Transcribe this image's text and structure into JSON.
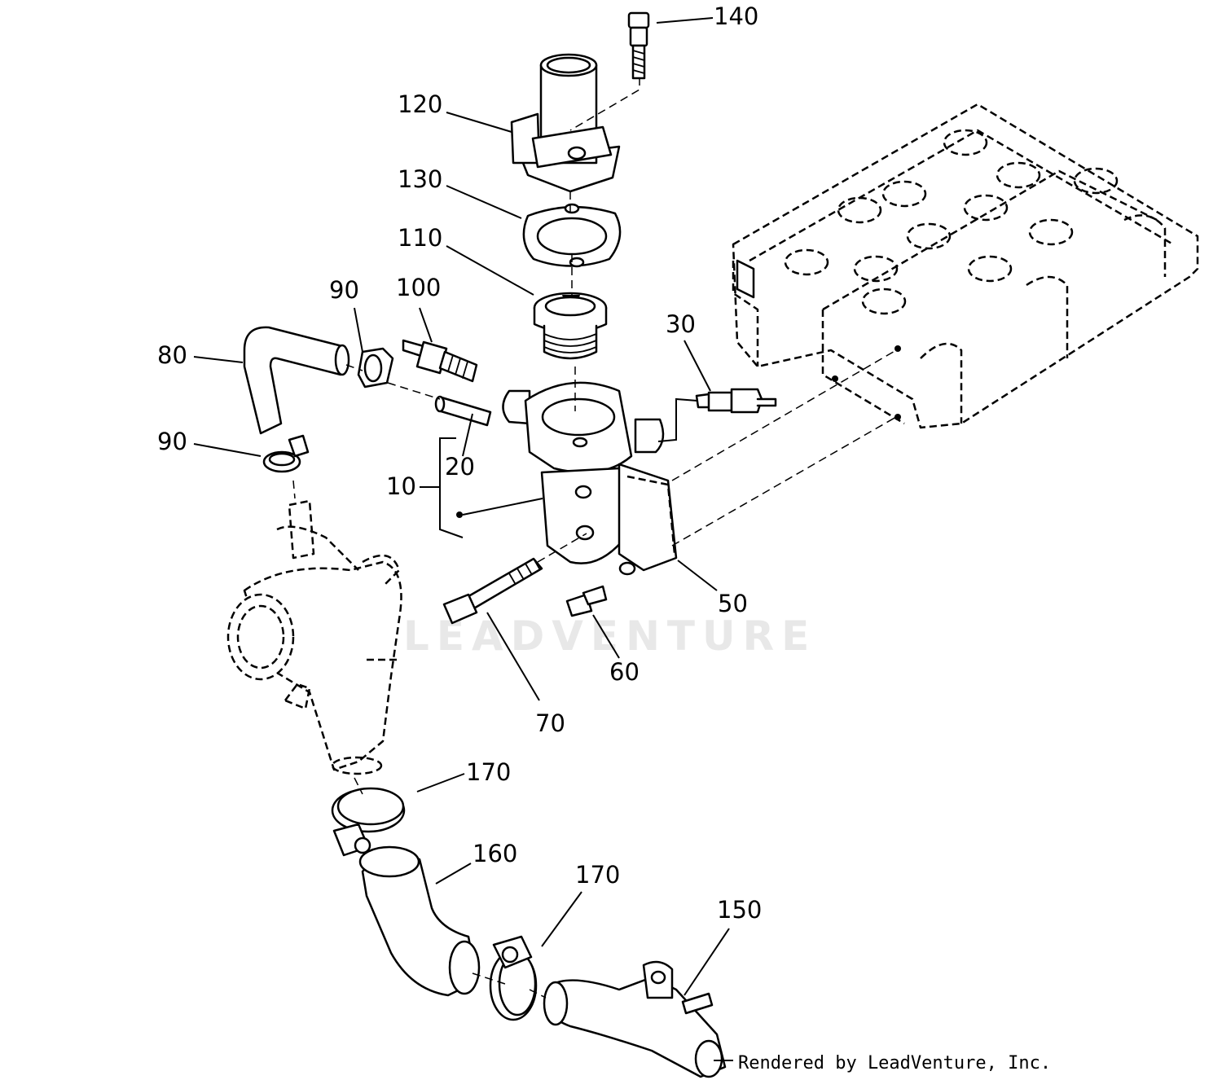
{
  "diagram": {
    "callouts": {
      "c140": "140",
      "c120": "120",
      "c130": "130",
      "c110": "110",
      "c90a": "90",
      "c100": "100",
      "c80": "80",
      "c30": "30",
      "c90b": "90",
      "c20": "20",
      "c10": "10",
      "c50": "50",
      "c60": "60",
      "c70": "70",
      "c170a": "170",
      "c160": "160",
      "c170b": "170",
      "c150": "150"
    },
    "watermark": "LEADVENTURE",
    "credit": "Rendered by LeadVenture, Inc."
  }
}
